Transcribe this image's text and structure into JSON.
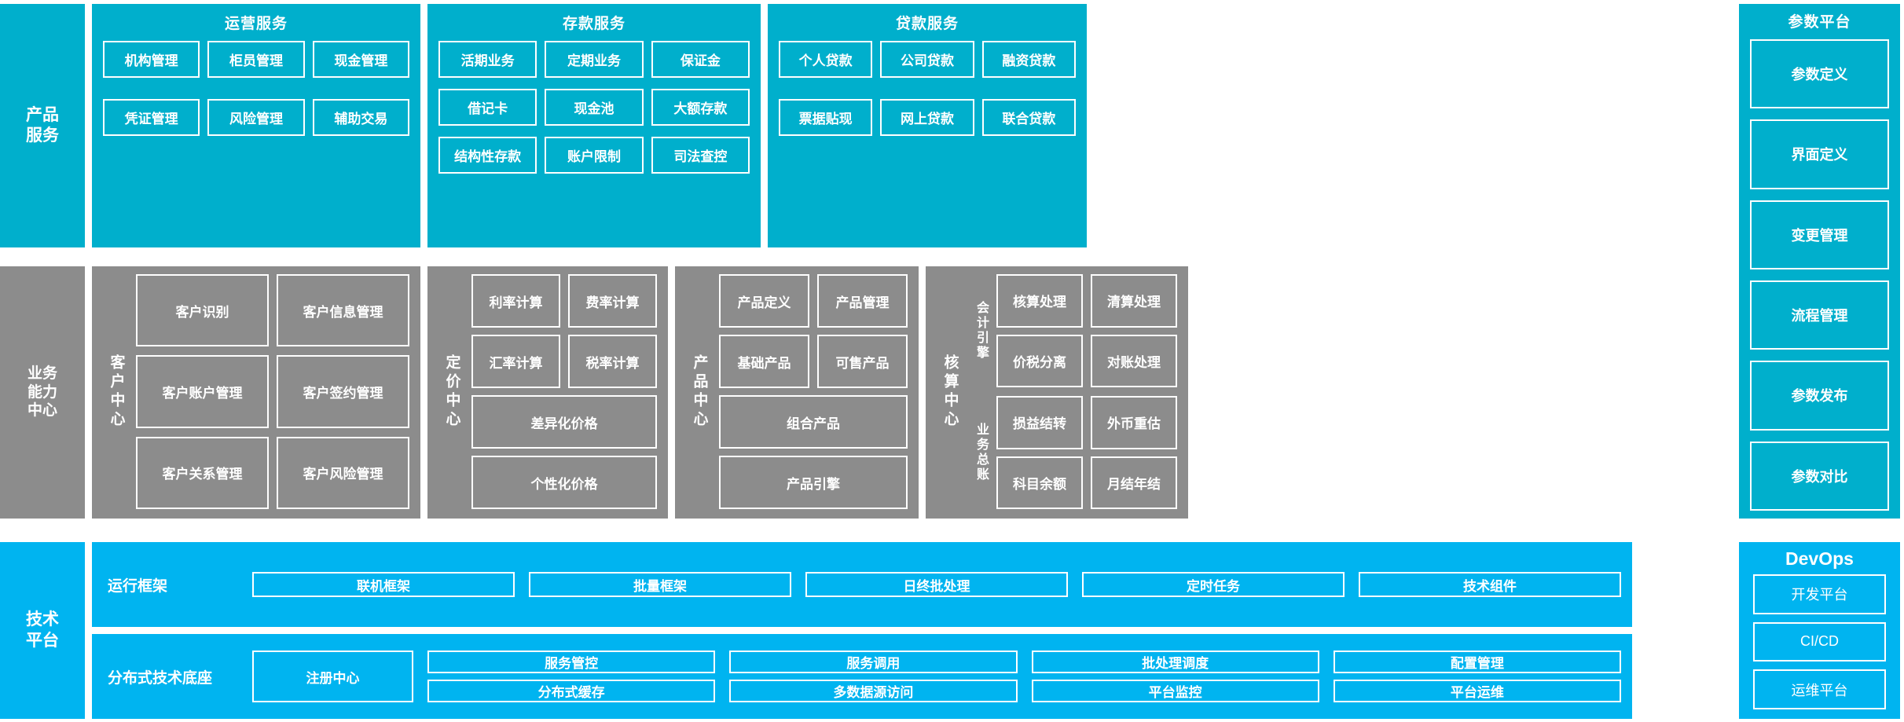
{
  "colors": {
    "product_layer": "#00AFCC",
    "capability_layer": "#8C8C8C",
    "tech_layer": "#00B4F0",
    "box_border": "#FFFFFF",
    "text": "#FFFFFF",
    "background": "#FFFFFF"
  },
  "layers": {
    "product": {
      "spine_label": "产品\n服务",
      "spine_lines": [
        "产品",
        "服务"
      ],
      "groups": [
        {
          "title": "运营服务",
          "items": [
            "机构管理",
            "柜员管理",
            "现金管理",
            "凭证管理",
            "风险管理",
            "辅助交易"
          ]
        },
        {
          "title": "存款服务",
          "items": [
            "活期业务",
            "定期业务",
            "保证金",
            "借记卡",
            "现金池",
            "大额存款",
            "结构性存款",
            "账户限制",
            "司法查控"
          ]
        },
        {
          "title": "贷款服务",
          "items": [
            "个人贷款",
            "公司贷款",
            "融资贷款",
            "票据贴现",
            "网上贷款",
            "联合贷款"
          ]
        }
      ]
    },
    "capability": {
      "spine_lines": [
        "业务",
        "能力",
        "中心"
      ],
      "groups": [
        {
          "title": "客户中心",
          "items": [
            "客户识别",
            "客户信息管理",
            "客户账户管理",
            "客户签约管理",
            "客户关系管理",
            "客户风险管理"
          ]
        },
        {
          "title": "定价中心",
          "items": [
            "利率计算",
            "费率计算",
            "汇率计算",
            "税率计算"
          ],
          "wide_items": [
            "差异化价格",
            "个性化价格"
          ]
        },
        {
          "title": "产品中心",
          "items": [
            "产品定义",
            "产品管理",
            "基础产品",
            "可售产品"
          ],
          "wide_items": [
            "组合产品",
            "产品引擎"
          ]
        },
        {
          "title": "核算中心",
          "subgroups": [
            {
              "title": "会计引擎",
              "items": [
                "核算处理",
                "清算处理",
                "价税分离",
                "对账处理"
              ]
            },
            {
              "title": "业务总账",
              "items": [
                "损益结转",
                "外币重估",
                "科目余额",
                "月结年结"
              ]
            }
          ]
        }
      ]
    },
    "technology": {
      "spine_lines": [
        "技术",
        "平台"
      ],
      "rows": [
        {
          "label": "运行框架",
          "items": [
            "联机框架",
            "批量框架",
            "日终批处理",
            "定时任务",
            "技术组件"
          ]
        },
        {
          "label": "分布式技术底座",
          "primary": "注册中心",
          "items": [
            "服务管控",
            "服务调用",
            "批处理调度",
            "配置管理",
            "分布式缓存",
            "多数据源访问",
            "平台监控",
            "平台运维"
          ]
        }
      ]
    }
  },
  "side_panels": {
    "parameter_platform": {
      "title": "参数平台",
      "items": [
        "参数定义",
        "界面定义",
        "变更管理",
        "流程管理",
        "参数发布",
        "参数对比"
      ]
    },
    "devops": {
      "title": "DevOps",
      "items": [
        "开发平台",
        "CI/CD",
        "运维平台"
      ]
    }
  }
}
